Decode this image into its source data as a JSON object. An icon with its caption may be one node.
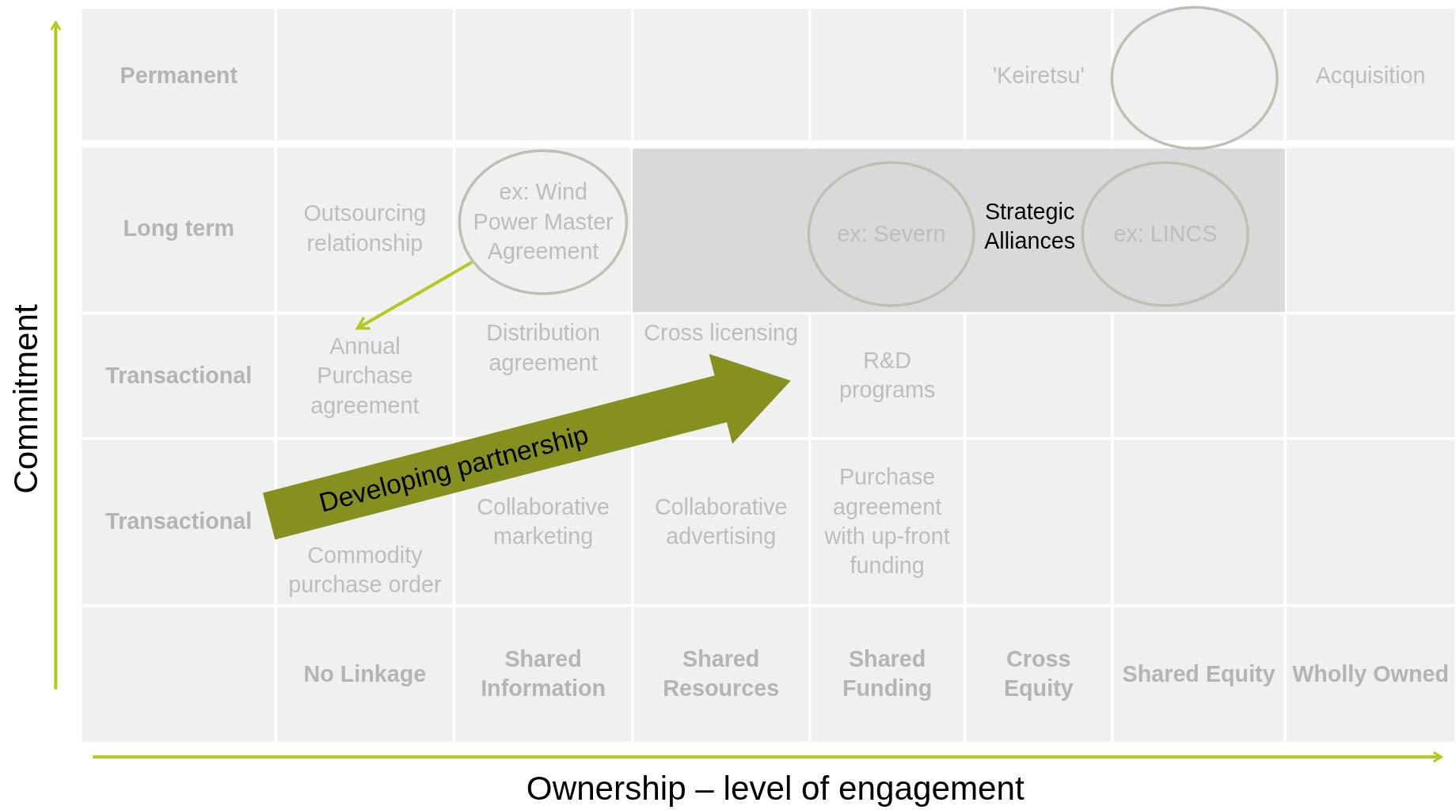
{
  "diagram": {
    "nodes": [
      {
        "text": [],
        "shape": "circle"
      },
      {
        "text": [
          "ex: Wind Power Master Agreement"
        ]
      },
      {
        "text": [
          "Strategic Alliances"
        ]
      },
      {
        "text": [
          "ex: Severn"
        ],
        "in": 2
      },
      {
        "text": [
          "ex: LINCS"
        ],
        "in": 2
      },
      {
        "text": [
          "Annual Purchase agreement"
        ]
      },
      {
        "text": [
          "Developing partnership"
        ]
      }
    ],
    "edges": [
      {
        "from": 1,
        "to": 5,
        "arrow": "to"
      }
    ],
    "labels": [
      "Permanent",
      "'Keiretsu'",
      "Acquisition",
      "Long term",
      "Outsourcing relationship",
      "Transactional",
      "Distribution agreement",
      "Cross licensing",
      "R&D programs",
      "Transactional",
      "Commodity purchase order",
      "Collaborative marketing",
      "Collaborative advertising",
      "Purchase agreement with up-front funding",
      "No Linkage",
      "Shared Information",
      "Shared Resources",
      "Shared Funding",
      "Cross Equity",
      "Shared Equity",
      "Wholly Owned",
      "Commitment",
      "Ownership – level of engagement"
    ]
  }
}
